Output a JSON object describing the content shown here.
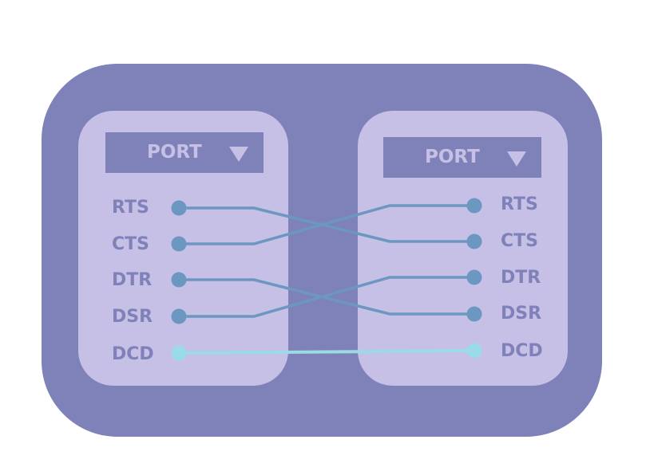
{
  "left_port": {
    "label": "PORT",
    "dropdown_icon": "triangle-down-icon",
    "signals": [
      "RTS",
      "CTS",
      "DTR",
      "DSR",
      "DCD"
    ]
  },
  "right_port": {
    "label": "PORT",
    "dropdown_icon": "triangle-down-icon",
    "signals": [
      "RTS",
      "CTS",
      "DTR",
      "DSR",
      "DCD"
    ]
  },
  "connections": [
    {
      "from": "RTS",
      "to": "CTS",
      "color": "#6b97c0"
    },
    {
      "from": "CTS",
      "to": "RTS",
      "color": "#6b97c0"
    },
    {
      "from": "DTR",
      "to": "DSR",
      "color": "#6b97c0"
    },
    {
      "from": "DSR",
      "to": "DTR",
      "color": "#6b97c0"
    },
    {
      "from": "DCD",
      "to": "DCD",
      "color": "#9adbe8"
    }
  ],
  "colors": {
    "outer": "#7f82b9",
    "panel": "#c6bfe6",
    "wire": "#6b97c0",
    "highlight_wire": "#9adbe8"
  }
}
